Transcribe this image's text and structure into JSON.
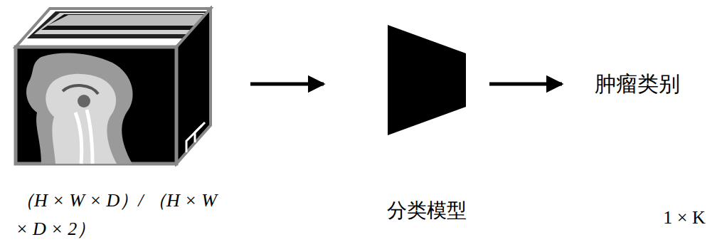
{
  "diagram": {
    "nodes": [
      {
        "text": [
          "（H × W × D）/ （H × W × D × 2）"
        ]
      },
      {
        "text": [
          "分类模型"
        ]
      },
      {
        "text": [
          "肿瘤类别",
          "1 × K"
        ]
      }
    ],
    "edges": [
      {
        "from": 0,
        "to": 1,
        "arrow": "to"
      },
      {
        "from": 1,
        "to": 2,
        "arrow": "to"
      }
    ]
  }
}
